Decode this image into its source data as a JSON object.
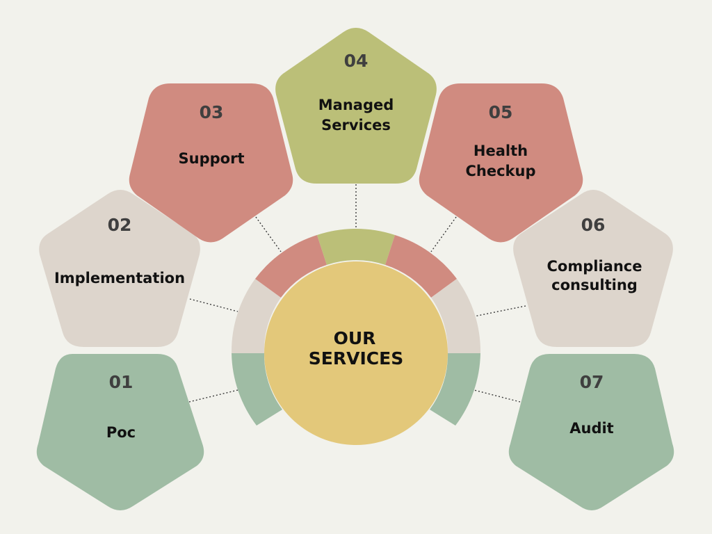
{
  "center": {
    "line1": "OUR",
    "line2": "SERVICES"
  },
  "services": [
    {
      "number": "01",
      "label_lines": [
        "Poc"
      ]
    },
    {
      "number": "02",
      "label_lines": [
        "Implementation"
      ]
    },
    {
      "number": "03",
      "label_lines": [
        "Support"
      ]
    },
    {
      "number": "04",
      "label_lines": [
        "Managed",
        "Services"
      ]
    },
    {
      "number": "05",
      "label_lines": [
        "Health",
        "Checkup"
      ]
    },
    {
      "number": "06",
      "label_lines": [
        "Compliance",
        "consulting"
      ]
    },
    {
      "number": "07",
      "label_lines": [
        "Audit"
      ]
    }
  ],
  "colors": {
    "background": "#f2f2ec",
    "green": "#9fbca4",
    "beige": "#ddd5cc",
    "red": "#d08b80",
    "olive": "#bbbf78",
    "center": "#e3c87a"
  }
}
